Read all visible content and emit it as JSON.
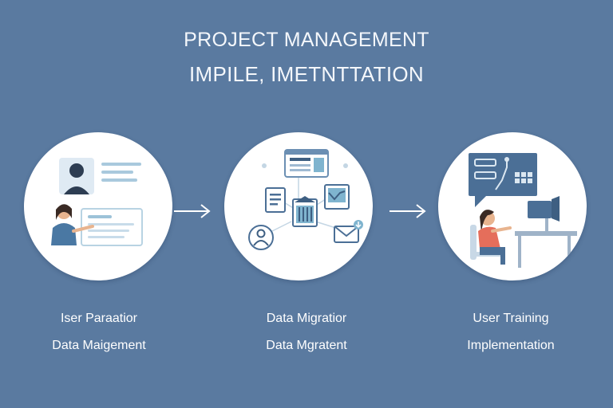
{
  "header": {
    "title_line1": "PROJECT MANAGEMENT",
    "title_line2": "IMPILE, IMETNTTATION"
  },
  "steps": [
    {
      "icon": "user-preparation-illustration",
      "label_line1": "Iser Paraatior",
      "label_line2": "Data Maigement"
    },
    {
      "icon": "data-migration-illustration",
      "label_line1": "Data Migratior",
      "label_line2": "Data Mgratent"
    },
    {
      "icon": "user-training-illustration",
      "label_line1": "User Training",
      "label_line2": "Implementation"
    }
  ],
  "colors": {
    "background": "#5a7aa0",
    "circle": "#ffffff",
    "accent_blue": "#4b6f96",
    "accent_teal": "#7fb4cf",
    "accent_red": "#e56e5b"
  }
}
